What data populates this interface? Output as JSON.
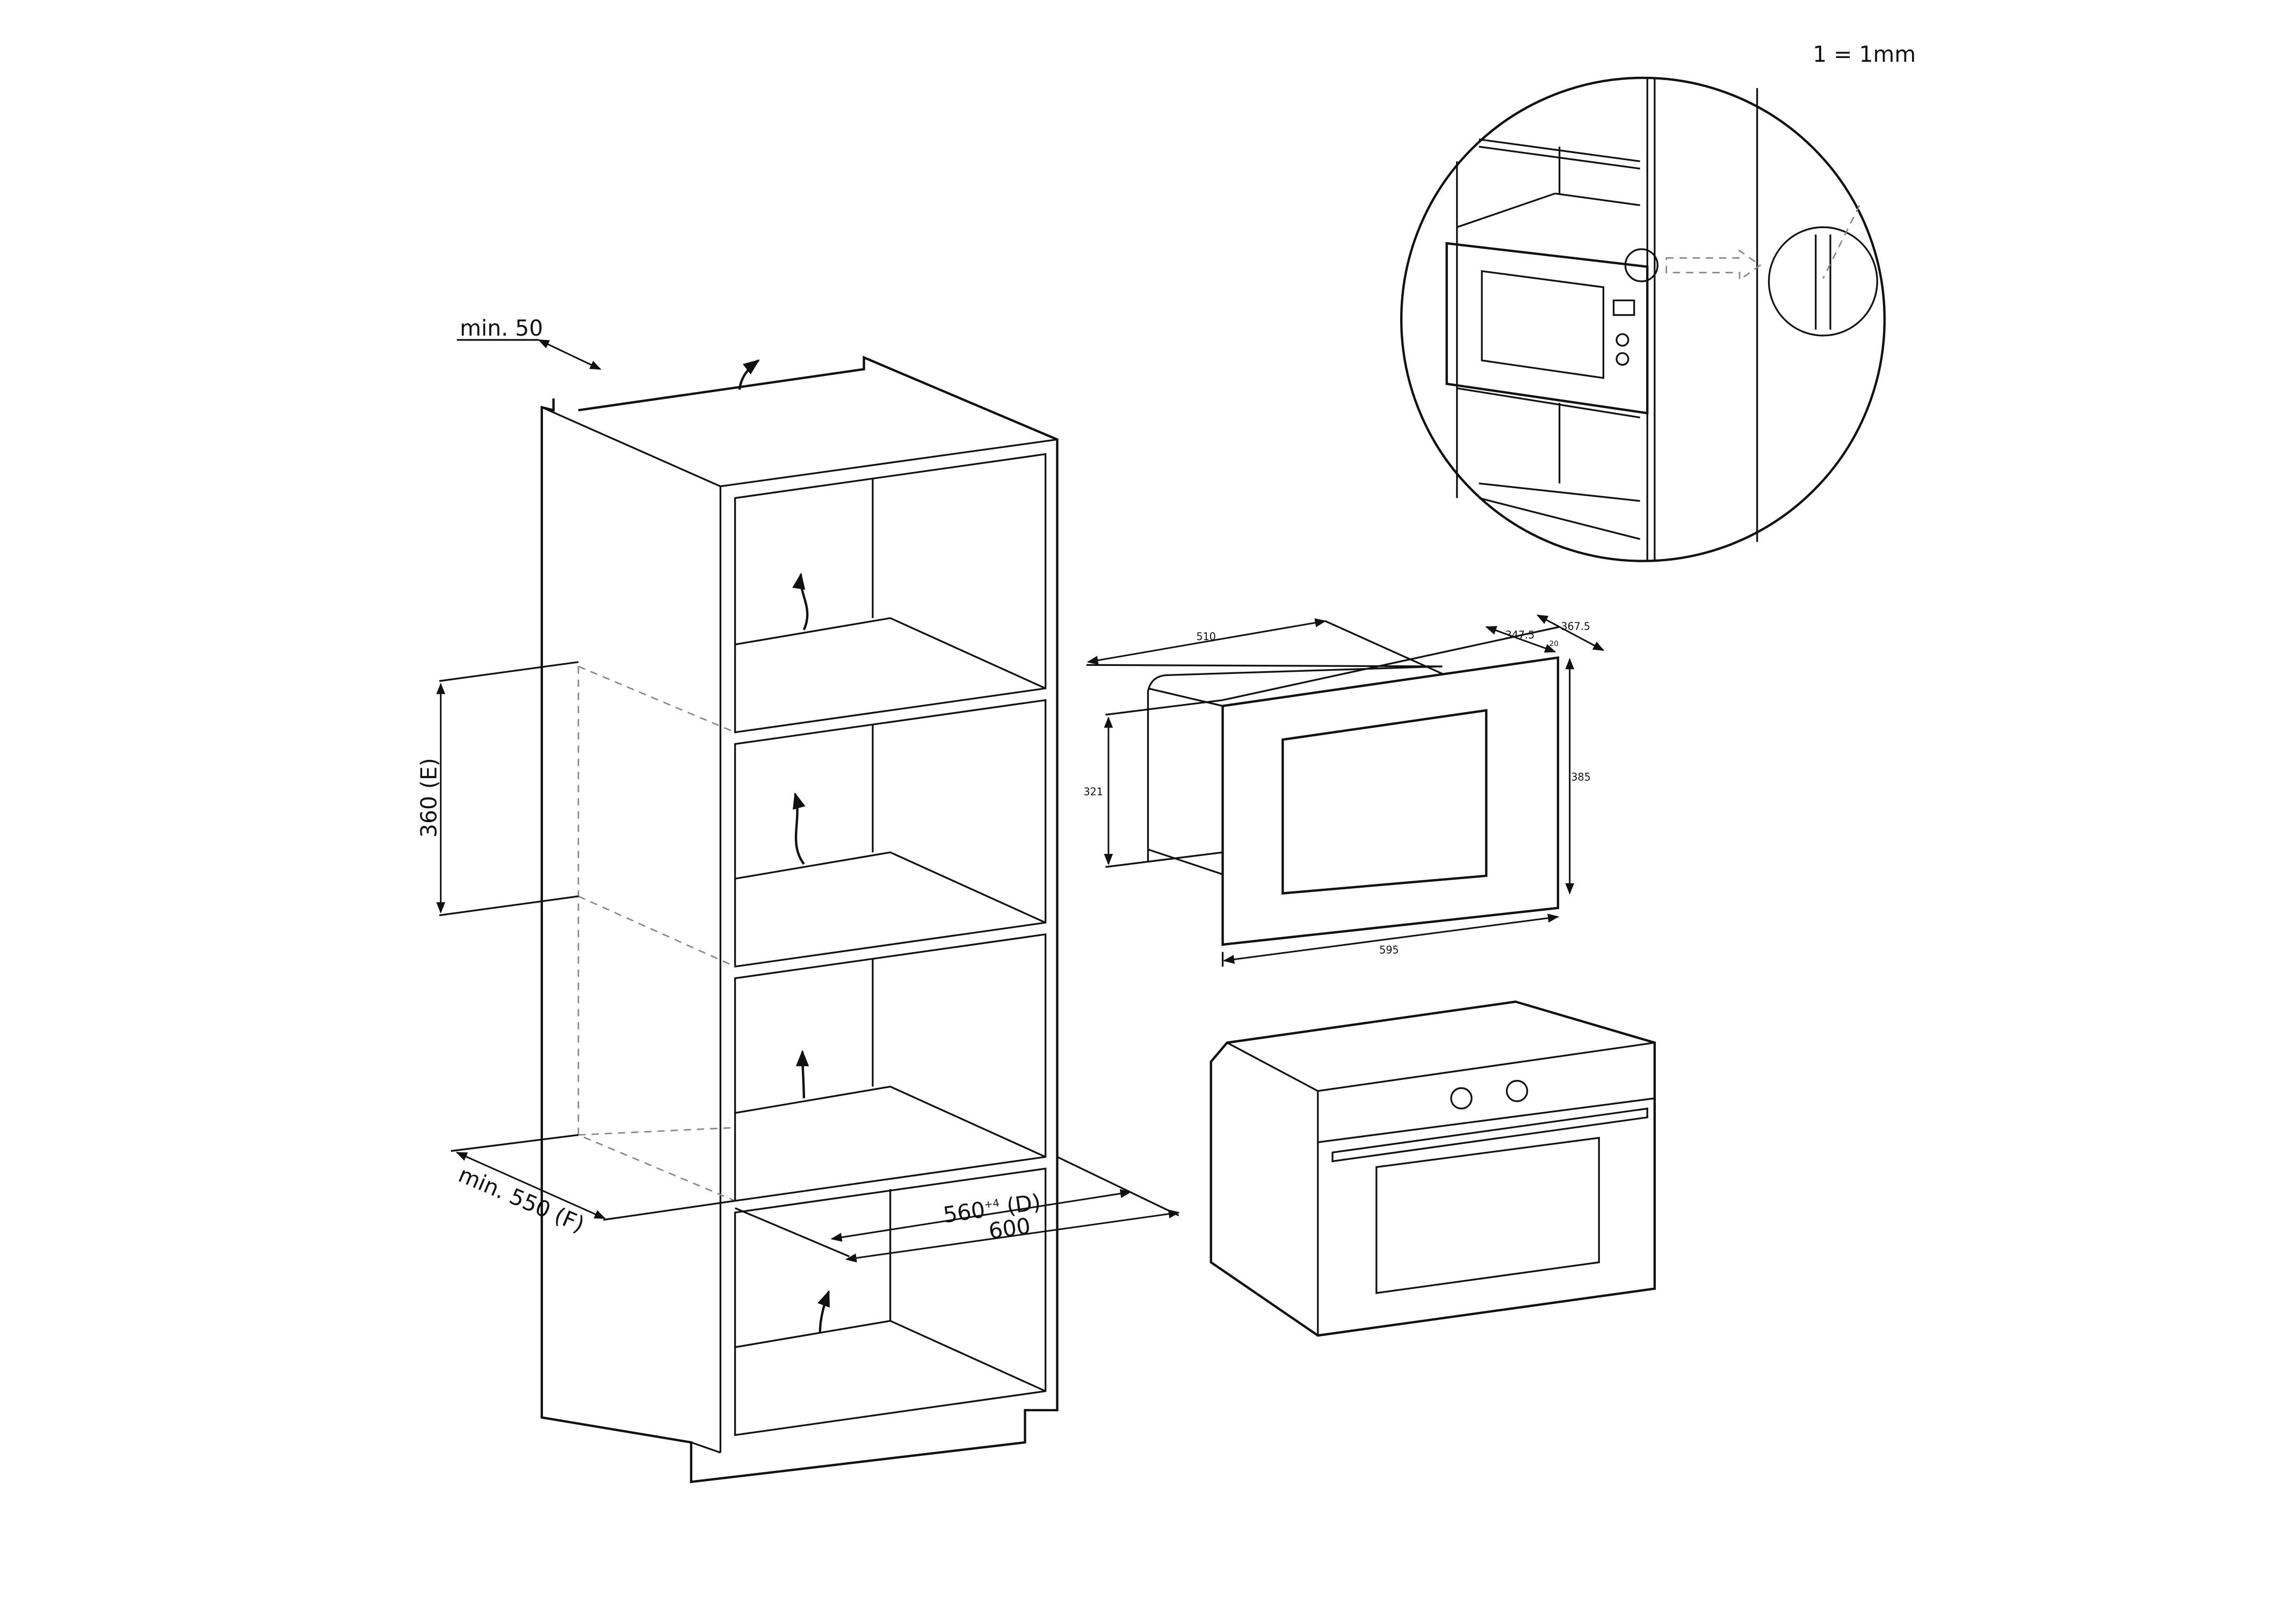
{
  "scale_note": "1 = 1mm",
  "cabinet": {
    "min_top_gap": "min. 50",
    "niche_height": "360 (E)",
    "min_width": "min. 550 (F)",
    "niche_depth": "560",
    "niche_depth_tolerance": "+4",
    "niche_depth_suffix": " (D)",
    "cabinet_depth": "600"
  },
  "appliance": {
    "depth_total": "510",
    "frame_depth_a": "347.5",
    "frame_depth_b": "367.5",
    "frame_thickness": "20",
    "body_height": "321",
    "front_height": "385",
    "front_width": "595"
  }
}
